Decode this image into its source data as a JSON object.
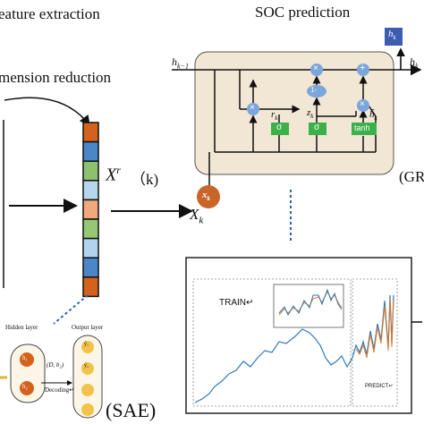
{
  "titles": {
    "feature_extraction": "eature extraction",
    "soc_prediction": "SOC prediction",
    "dimension_reduction": "mension reduction"
  },
  "encoder_vector": {
    "label_base": "X",
    "label_sup": "r",
    "label_arg": "（k)",
    "colors": [
      "#d4611c",
      "#4a86c8",
      "#8cc26e",
      "#b6d6ee",
      "#f0a87c",
      "#94c872",
      "#b2d3ee",
      "#4a86c8",
      "#d4611c"
    ]
  },
  "gru": {
    "h_prev": "h",
    "h_prev_sub": "k−1",
    "h_out": "h",
    "h_out_sub": "k",
    "h_box": "h",
    "h_box_sub": "k",
    "gate_r_label": "r",
    "gate_r_sub": "k",
    "gate_z_label": "z",
    "gate_z_sub": "k",
    "h_tilde": "h̃",
    "h_tilde_sub": "k",
    "sigma": "σ",
    "tanh": "tanh",
    "one_minus": "1-",
    "times": "×",
    "plus": "+",
    "input_node": "x",
    "input_node_sub": "k",
    "input_label": "X",
    "input_label_sub": "k",
    "model_tag": "(GR",
    "colors": {
      "bg": "#f2e6d4",
      "gate": "#3cb04a",
      "op": "#7aa6dc",
      "input": "#c8662a",
      "hbox": "#3d5db0"
    }
  },
  "prediction_panel": {
    "train_label": "TRAIN↵",
    "predict_label": "PREDICT↵"
  },
  "sae": {
    "hidden_layer": "Hidden layer",
    "output_layer": "Output layer",
    "decoding_params": "(D, b₂)",
    "decoding": "Decoding↵",
    "node1": "h₁",
    "node2": "h₂",
    "out1": "ŷ₁",
    "out2": "ŷ₂",
    "tag": "(SAE)"
  }
}
